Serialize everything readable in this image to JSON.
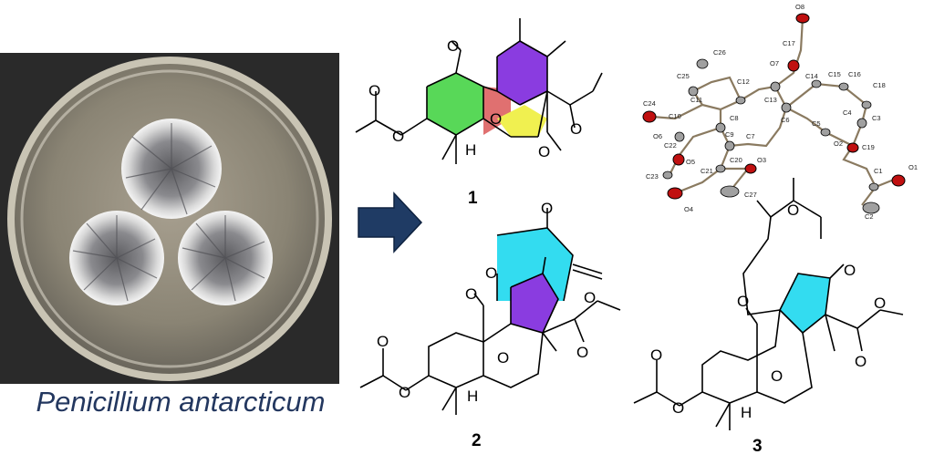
{
  "caption": "Penicillium antarcticum",
  "compound_labels": [
    "1",
    "2",
    "3"
  ],
  "atom_symbols": {
    "oxygen": "O",
    "hydrogen": "H"
  },
  "xray_atom_labels": [
    "O8",
    "C17",
    "O7",
    "C26",
    "C25",
    "C12",
    "C14",
    "C15",
    "C16",
    "C18",
    "C11",
    "C13",
    "C24",
    "C10",
    "C8",
    "C6",
    "C5",
    "C4",
    "C3",
    "O6",
    "C22",
    "C9",
    "C7",
    "O2",
    "C19",
    "O5",
    "C21",
    "C20",
    "O3",
    "C1",
    "O1",
    "C23",
    "C27",
    "O4",
    "C2"
  ],
  "colors": {
    "caption": "#23375f",
    "arrow": "#1f3b64",
    "ring_green": "#58d858",
    "ring_red": "#e07070",
    "ring_yellow": "#f0f050",
    "ring_purple": "#8a3ce0",
    "ring_cyan": "#33dcf0",
    "oxygen_atom": "#c01010"
  }
}
